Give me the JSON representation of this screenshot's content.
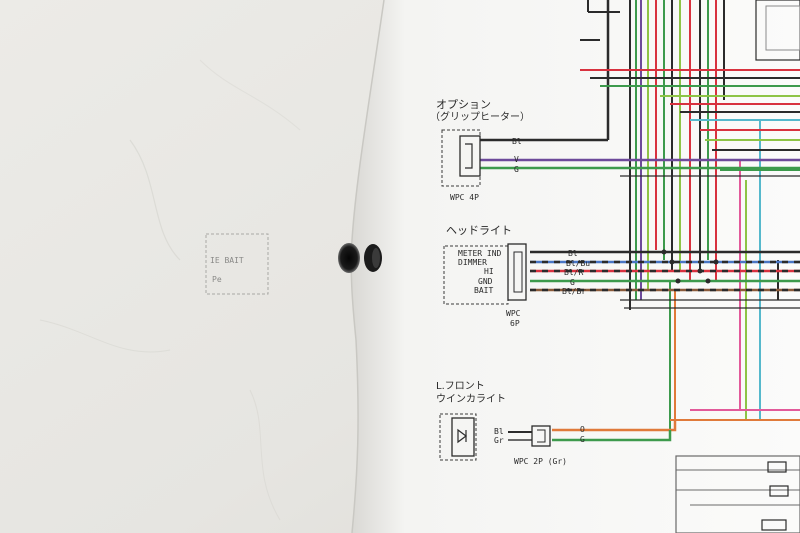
{
  "ghost_text": {
    "line1": "IE BAIT",
    "line2": "Pe"
  },
  "option": {
    "title": "オプション",
    "subtitle": "（グリップヒーター）",
    "connector": "WPC 4P"
  },
  "option_wires": {
    "w1": "Bl",
    "w2": "V",
    "w3": "G"
  },
  "headlight": {
    "title": "ヘッドライト",
    "connector_line1": "WPC",
    "connector_line2": "6P"
  },
  "headlight_pins": {
    "p1": "METER IND",
    "p2": "DIMMER",
    "p3": "HI",
    "p4": "GND",
    "p5": "BAIT"
  },
  "headlight_wires": {
    "w1": "Bl",
    "w2": "Bl/Bu",
    "w3": "Bl/R",
    "w4": "G",
    "w5": "Bl/Br"
  },
  "winker": {
    "title_line1": "L.フロント",
    "title_line2": "ウインカライト",
    "connector": "WPC 2P (Gr)"
  },
  "winker_wires": {
    "left1": "Bl",
    "left2": "Gr",
    "right1": "O",
    "right2": "G"
  },
  "colors": {
    "wall": "#e9e8e4",
    "paper": "#fbfbfa",
    "black_wire": "#2b2b2b",
    "violet_wire": "#6d4a9a",
    "green_wire": "#3d9a4c",
    "red_wire": "#d8323f",
    "blue_wire": "#4a76c4",
    "orange_wire": "#e07a3a",
    "lightgreen_wire": "#8ec446",
    "cyan_wire": "#55b8cc",
    "pink_wire": "#e25a9a"
  }
}
